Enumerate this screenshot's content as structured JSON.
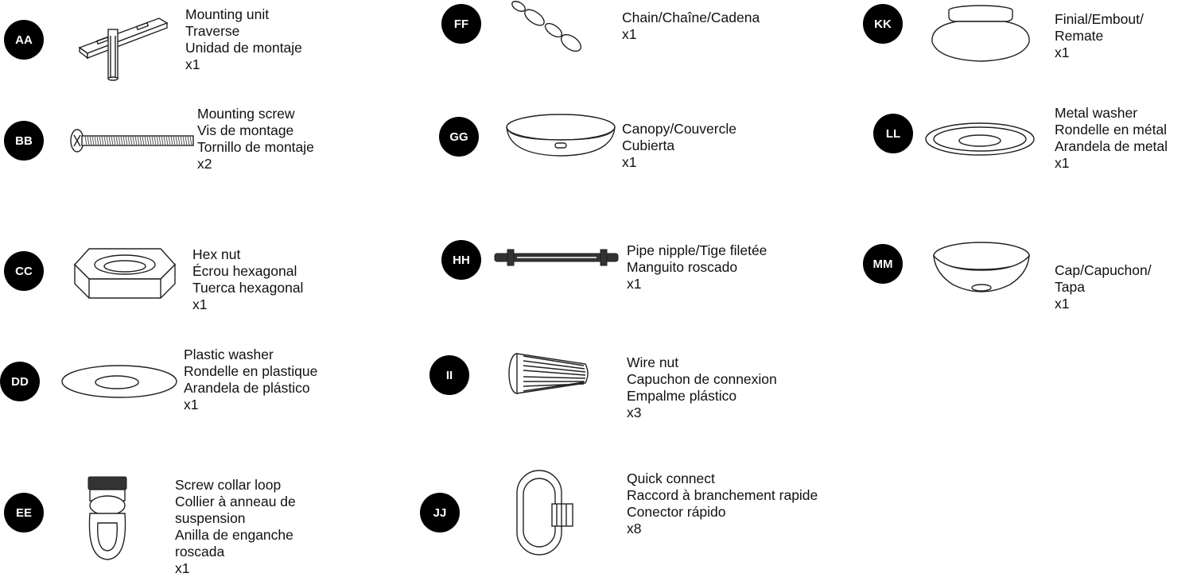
{
  "parts": [
    {
      "id": "AA",
      "lines": [
        "Mounting unit",
        "Traverse",
        "Unidad de montaje",
        "x1"
      ],
      "icon": "mounting-unit-icon"
    },
    {
      "id": "BB",
      "lines": [
        "Mounting screw",
        "Vis de montage",
        "Tornillo de montaje",
        "x2"
      ],
      "icon": "mounting-screw-icon"
    },
    {
      "id": "CC",
      "lines": [
        "Hex nut",
        "Écrou hexagonal",
        "Tuerca hexagonal",
        "x1"
      ],
      "icon": "hex-nut-icon"
    },
    {
      "id": "DD",
      "lines": [
        "Plastic washer",
        "Rondelle en plastique",
        "Arandela de plástico",
        "x1"
      ],
      "icon": "plastic-washer-icon"
    },
    {
      "id": "EE",
      "lines": [
        "Screw collar loop",
        "Collier à anneau de suspension",
        "Anilla de enganche roscada",
        "x1"
      ],
      "icon": "screw-collar-loop-icon"
    },
    {
      "id": "FF",
      "lines": [
        "Chain/Chaîne/Cadena",
        "x1"
      ],
      "icon": "chain-icon"
    },
    {
      "id": "GG",
      "lines": [
        "Canopy/Couvercle",
        "Cubierta",
        "x1"
      ],
      "icon": "canopy-icon"
    },
    {
      "id": "HH",
      "lines": [
        "Pipe nipple/Tige filetée",
        "Manguito roscado",
        "x1"
      ],
      "icon": "pipe-nipple-icon"
    },
    {
      "id": "II",
      "lines": [
        "Wire nut",
        "Capuchon de connexion",
        "Empalme plástico",
        "x3"
      ],
      "icon": "wire-nut-icon"
    },
    {
      "id": "JJ",
      "lines": [
        "Quick connect",
        "Raccord à branchement rapide",
        "Conector rápido",
        "x8"
      ],
      "icon": "quick-connect-icon"
    },
    {
      "id": "KK",
      "lines": [
        "Finial/Embout/",
        "Remate",
        "x1"
      ],
      "icon": "finial-icon"
    },
    {
      "id": "LL",
      "lines": [
        "Metal washer",
        "Rondelle en métal",
        "Arandela de metal",
        "x1"
      ],
      "icon": "metal-washer-icon"
    },
    {
      "id": "MM",
      "lines": [
        "Cap/Capuchon/",
        "Tapa",
        "x1"
      ],
      "icon": "cap-icon"
    }
  ]
}
